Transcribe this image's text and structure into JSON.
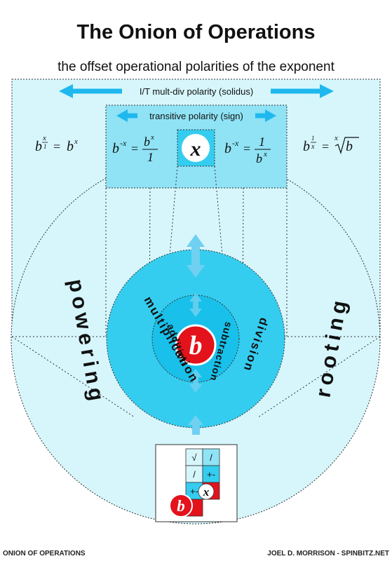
{
  "header": {
    "title": "The Onion of Operations",
    "subtitle": "the offset operational polarities of the exponent"
  },
  "polarities": {
    "outer": "I/T mult-div polarity (solidus)",
    "inner": "transitive polarity (sign)"
  },
  "layers": {
    "outer_left": "powering",
    "outer_right": "rooting",
    "middle_left": "multiplication",
    "middle_right": "division",
    "inner_left": "addition",
    "inner_right": "subtraction"
  },
  "symbols": {
    "base": "b",
    "exponent": "x"
  },
  "legend_box": {
    "cells": [
      "√",
      "/",
      "/",
      "+-",
      "+-"
    ]
  },
  "footer": {
    "left": "ONION OF OPERATIONS",
    "right": "JOEL D. MORRISON - SPINBITZ.NET"
  },
  "colors": {
    "light_cyan": "#d6f6fc",
    "mid_cyan": "#8fe3f5",
    "strong_cyan": "#35cdef",
    "core_cyan": "#18c0ea",
    "arrow_blue": "#1fb8ee",
    "base_red": "#e3121b"
  }
}
